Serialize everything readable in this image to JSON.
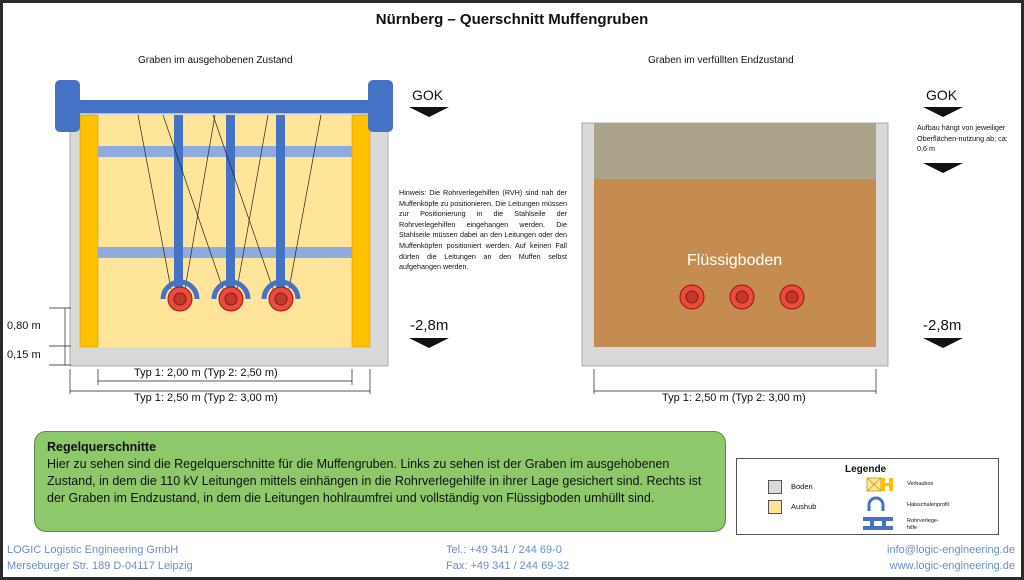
{
  "title": "Nürnberg – Querschnitt Muffengruben",
  "left": {
    "subtitle": "Graben im ausgehobenen Zustand",
    "gok": "GOK",
    "depth": "-2,8m",
    "dim_080": "0,80 m",
    "dim_015": "0,15 m",
    "dim_inner": "Typ 1: 2,00 m (Typ 2: 2,50 m)",
    "dim_outer": "Typ 1: 2,50 m (Typ 2: 3,00 m)"
  },
  "hint": "Hinweis: Die Rohrverlegehilfen (RVH) sind nah der Muffenköpfe zu positionieren. Die Leitungen müssen zur Positionierung in die Stahlseile der Rohrverlegehilfen eingehangen werden. Die Stahlseile müssen dabei an den Leitungen oder den Muffenköpfen positioniert werden. Auf keinen Fall dürfen die Leitungen an den Muffen selbst aufgehangen werden.",
  "right": {
    "subtitle": "Graben im verfüllten Endzustand",
    "gok": "GOK",
    "aufbau_note": "Aufbau hängt von jeweiliger Oberflächen-nutzung ab; ca: 0,6 m",
    "fill_label": "Flüssigboden",
    "depth": "-2,8m",
    "dim_outer": "Typ 1: 2,50 m (Typ 2: 3,00 m)"
  },
  "summary": {
    "heading": "Regelquerschnitte",
    "body": "Hier zu sehen sind die Regelquerschnitte für die Muffengruben. Links zu sehen ist der Graben im ausgehobenen Zustand, in dem die 110 kV Leitungen mittels einhängen in die Rohrverlegehilfe in ihrer Lage gesichert sind. Rechts ist der Graben im Endzustand, in dem die Leitungen hohlraumfrei und vollständig von Flüssigboden umhüllt sind."
  },
  "legend": {
    "title": "Legende",
    "items": [
      {
        "label": "Boden",
        "icon": "grey-square",
        "color": "#d9d9d9"
      },
      {
        "label": "Aushub",
        "icon": "yellow-square",
        "color": "#ffe49a"
      },
      {
        "label": "Verbaubox",
        "icon": "verbaubox-icon"
      },
      {
        "label": "Halsschalenprofil",
        "icon": "halsschalenprofil-icon"
      },
      {
        "label": "Rohrverlege-hilfe",
        "icon": "rohrverlegehilfe-icon"
      }
    ]
  },
  "footer": {
    "company": "LOGIC Logistic Engineering GmbH",
    "address": "Merseburger Str. 189 D-04117 Leipzig",
    "tel": "Tel.: +49 341 / 244 69-0",
    "fax": "Fax: +49 341 / 244 69-32",
    "email": "info@logic-engineering.de",
    "web": "www.logic-engineering.de"
  },
  "colors": {
    "soil": "#d9d9d9",
    "excavation": "#ffe49a",
    "verbau": "#ffc000",
    "rvh": "#4472c4",
    "rvh_light": "#8faadc",
    "cover": "#aca38b",
    "fill": "#c48c4f",
    "cable": "#e74c3c",
    "green_box": "#8dc86a",
    "footer_text": "#6a8fc7"
  }
}
